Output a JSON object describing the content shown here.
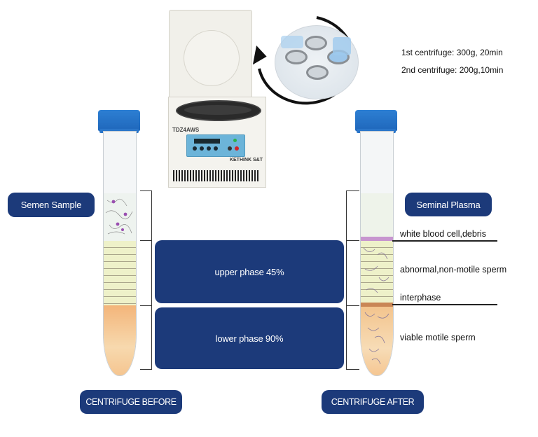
{
  "centrifuge": {
    "model": "TDZ4AWS",
    "brand": "KETHINK S&T"
  },
  "settings": {
    "first": "1st centrifuge: 300g, 20min",
    "second": "2nd centrifuge: 200g,10min"
  },
  "left_tube": {
    "label": "Semen Sample",
    "caption_button": "CENTRIFUGE BEFORE"
  },
  "gradient": {
    "upper": "upper phase 45%",
    "lower": "lower phase 90%"
  },
  "right_tube": {
    "label": "Seminal Plasma",
    "caption_button": "CENTRIFUGE AFTER",
    "layers": [
      "white blood cell,debris",
      "abnormal,non-motile sperm",
      "interphase",
      "viable motile sperm"
    ]
  },
  "colors": {
    "navy": "#1c3a7a",
    "cap_blue": "#2270c4",
    "upper_phase": "#eef1c9",
    "lower_phase": "#f5c58c"
  }
}
